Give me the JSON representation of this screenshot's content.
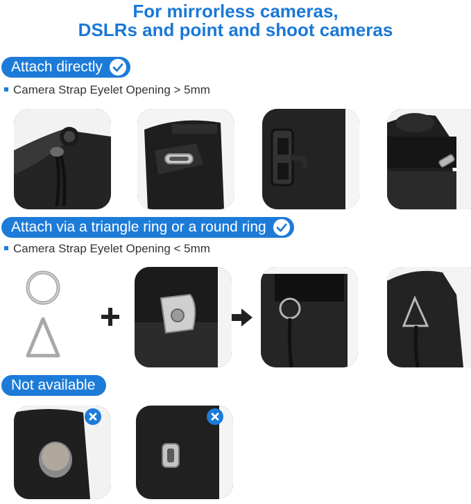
{
  "header": {
    "line1": "For mirrorless cameras,",
    "line2": "DSLRs and point and shoot cameras"
  },
  "sections": [
    {
      "label": "Attach directly",
      "status_icon": "check-icon",
      "note": "Camera Strap Eyelet Opening > 5mm"
    },
    {
      "label": "Attach via a triangle ring or a round ring",
      "status_icon": "check-icon",
      "note": "Camera Strap Eyelet Opening < 5mm"
    },
    {
      "label": "Not available",
      "status_icon": "close-icon"
    }
  ],
  "colors": {
    "accent": "#1d7bd8",
    "title": "#1a78d6"
  }
}
